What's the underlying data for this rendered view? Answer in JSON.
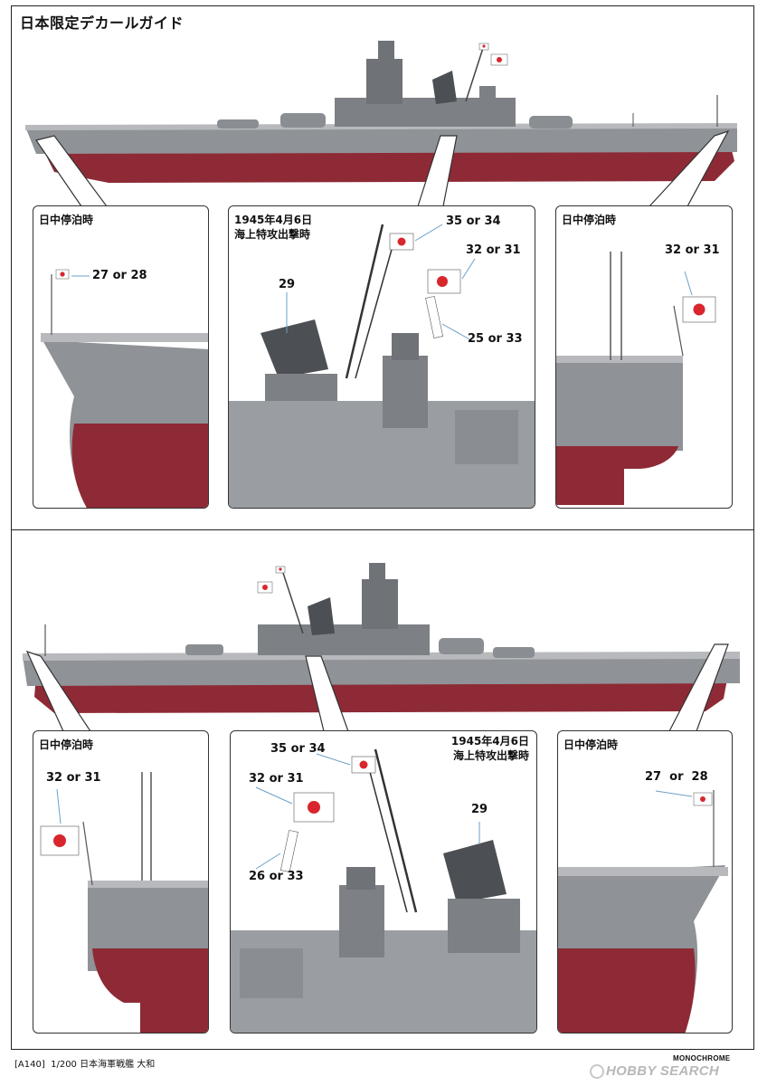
{
  "title": "日本限定デカールガイド",
  "top": {
    "left_panel": {
      "label": "日中停泊時",
      "callouts": {
        "flag": "27 or 28"
      }
    },
    "center_panel": {
      "label_line1": "1945年4月6日",
      "label_line2": "海上特攻出撃時",
      "callouts": {
        "funnel": "29",
        "mast_flag": "35 or 34",
        "ensign": "32 or 31",
        "banner": "25 or 33"
      }
    },
    "right_panel": {
      "label": "日中停泊時",
      "callouts": {
        "ensign": "32 or 31"
      }
    }
  },
  "bottom": {
    "left_panel": {
      "label": "日中停泊時",
      "callouts": {
        "ensign": "32 or 31"
      }
    },
    "center_panel": {
      "label_line1": "1945年4月6日",
      "label_line2": "海上特攻出撃時",
      "callouts": {
        "mast_flag": "35 or 34",
        "ensign": "32 or 31",
        "funnel": "29",
        "banner": "26 or 33"
      }
    },
    "right_panel": {
      "label": "日中停泊時",
      "callouts": {
        "flag": "27  or  28"
      }
    }
  },
  "footer": {
    "code": "[A140]",
    "scale_title": "1/200 日本海軍戦艦 大和",
    "brand": "MONOCHROME"
  },
  "watermark": "HOBBY SEARCH",
  "colors": {
    "hull_red": "#8e2a35",
    "hull_gray": "#8f9296",
    "deck_gray": "#b7b9bc",
    "superstructure": "#7d8085",
    "flag_red": "#d8262c"
  }
}
